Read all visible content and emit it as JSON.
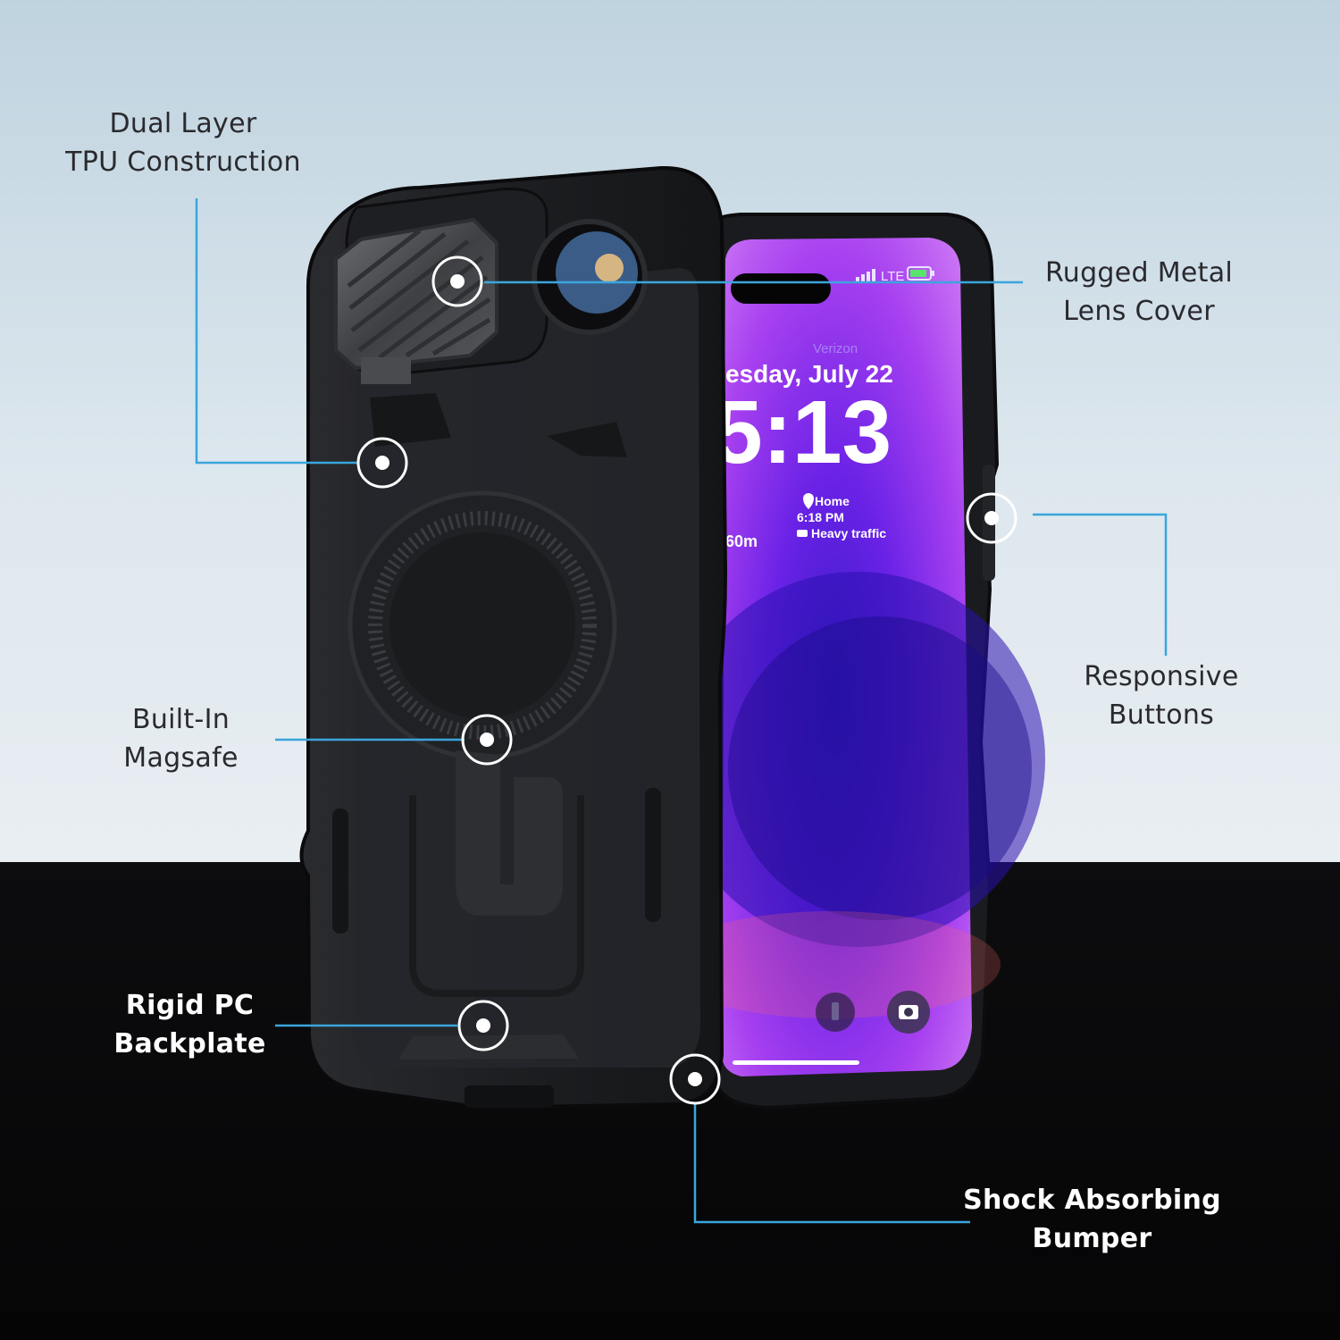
{
  "colors": {
    "callout_line": "#3aa6dc",
    "case_black": "#1b1c1f",
    "screen_purple": "#7a2cf0",
    "text_dark": "#2a2a2e",
    "text_light": "#ffffff"
  },
  "callouts": {
    "dual_layer": {
      "line1": "Dual Layer",
      "line2": "TPU Construction"
    },
    "lens_cover": {
      "line1": "Rugged Metal",
      "line2": "Lens Cover"
    },
    "responsive": {
      "line1": "Responsive",
      "line2": "Buttons"
    },
    "magsafe": {
      "line1": "Built-In",
      "line2": "Magsafe"
    },
    "backplate": {
      "line1": "Rigid PC",
      "line2": "Backplate"
    },
    "bumper": {
      "line1": "Shock Absorbing",
      "line2": "Bumper"
    }
  },
  "lockscreen": {
    "carrier": "Verizon",
    "network": "LTE",
    "date": "esday, July 22",
    "time": "5:13",
    "widget_place": "Home",
    "widget_time": "6:18 PM",
    "widget_traffic": "Heavy traffic",
    "widget_side": "60m"
  },
  "icons": {
    "camera": "camera-icon",
    "flashlight": "flashlight-icon",
    "location": "location-pin-icon",
    "car": "car-icon",
    "battery": "battery-icon",
    "signal": "signal-bars-icon"
  }
}
